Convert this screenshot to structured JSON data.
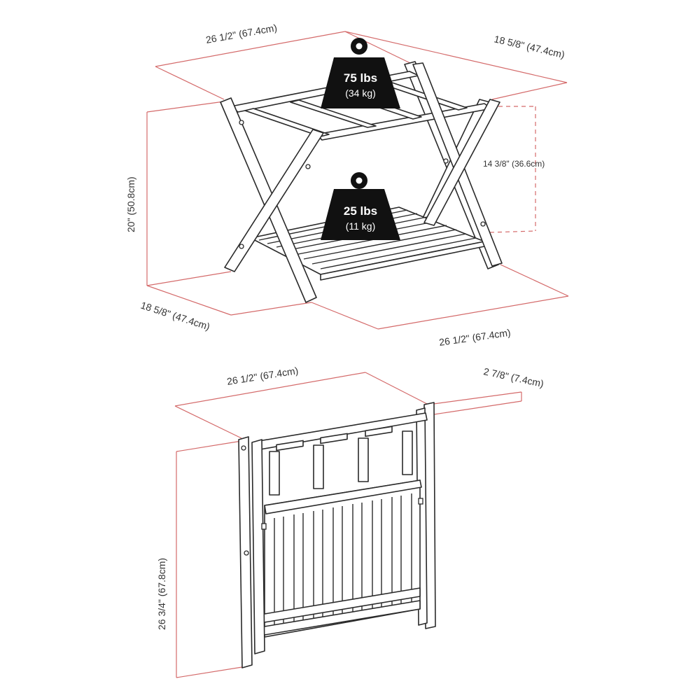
{
  "open_view": {
    "top_width": "26 1/2\" (67.4cm)",
    "top_depth": "18 5/8\" (47.4cm)",
    "height": "20\" (50.8cm)",
    "shelf_gap": "14 3/8\" (36.6cm)",
    "bottom_depth": "18 5/8\" (47.4cm)",
    "bottom_width": "26 1/2\" (67.4cm)",
    "top_weight": {
      "value": "75 lbs",
      "metric": "(34 kg)"
    },
    "bottom_weight": {
      "value": "25 lbs",
      "metric": "(11 kg)"
    }
  },
  "folded_view": {
    "width": "26 1/2\" (67.4cm)",
    "thickness": "2 7/8\" (7.4cm)",
    "height": "26 3/4\" (67.8cm)"
  },
  "colors": {
    "dimension_line": "#d46a6a",
    "ink": "#2a2a2a",
    "weight": "#111111"
  }
}
